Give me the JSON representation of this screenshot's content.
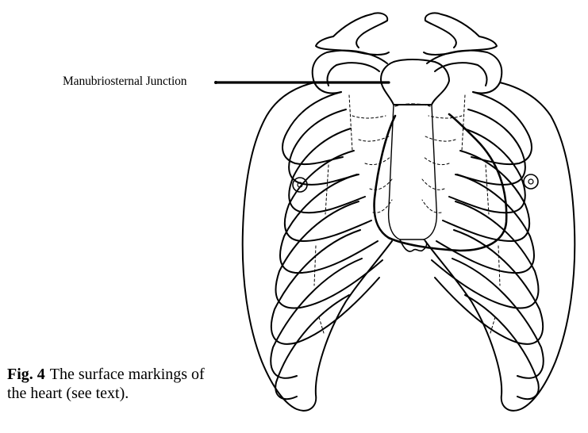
{
  "figure": {
    "callout_label": "Manubriosternal Junction",
    "caption_number": "Fig. 4",
    "caption_text": "The surface markings of the heart (see text)."
  }
}
